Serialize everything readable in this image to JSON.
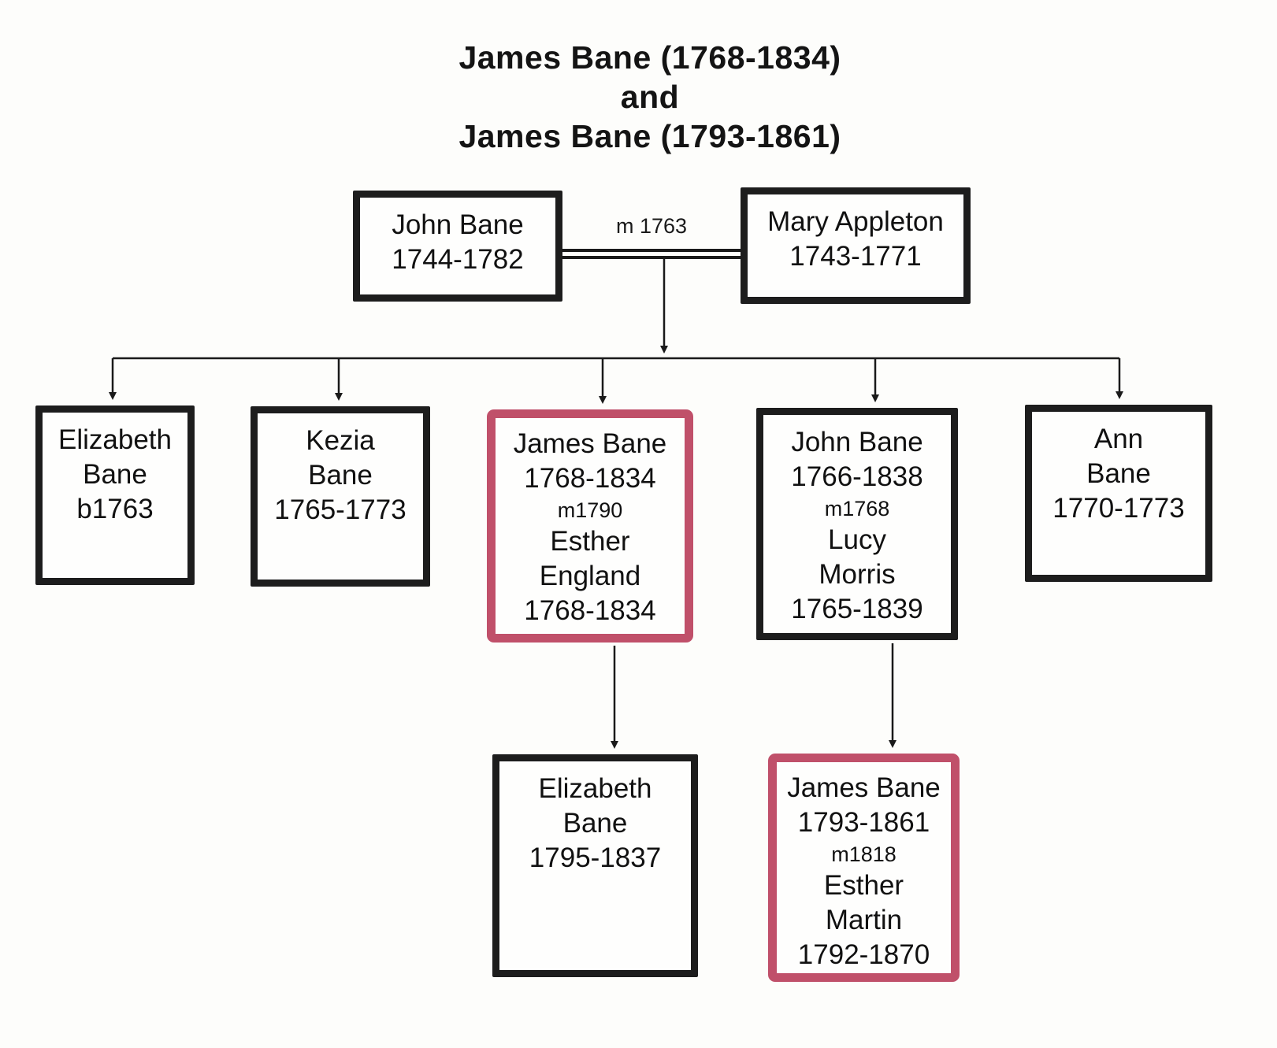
{
  "title": {
    "line1": "James Bane (1768-1834)",
    "line2": "and",
    "line3": "James Bane (1793-1861)"
  },
  "generation1": {
    "father": {
      "lines": [
        "John Bane",
        "1744-1782"
      ]
    },
    "mother": {
      "lines": [
        "Mary Appleton",
        "1743-1771"
      ]
    },
    "marriage_label": "m 1763"
  },
  "generation2": {
    "elizabeth": {
      "lines": [
        "Elizabeth",
        "Bane",
        "b1763"
      ],
      "highlighted": false
    },
    "kezia": {
      "lines": [
        "Kezia",
        "Bane",
        "1765-1773"
      ],
      "highlighted": false
    },
    "james": {
      "lines": [
        "James Bane",
        "1768-1834",
        "m1790",
        "Esther",
        "England",
        "1768-1834"
      ],
      "highlighted": true
    },
    "john": {
      "lines": [
        "John Bane",
        "1766-1838",
        "m1768",
        "Lucy",
        "Morris",
        "1765-1839"
      ],
      "highlighted": false
    },
    "ann": {
      "lines": [
        "Ann",
        "Bane",
        "1770-1773"
      ],
      "highlighted": false
    }
  },
  "generation3": {
    "elizabeth": {
      "lines": [
        "Elizabeth",
        "Bane",
        "1795-1837"
      ],
      "highlighted": false
    },
    "james": {
      "lines": [
        "James Bane",
        "1793-1861",
        "m1818",
        "Esther",
        "Martin",
        "1792-1870"
      ],
      "highlighted": true
    }
  },
  "colors": {
    "highlight_border": "#c0506a",
    "box_border": "#1d1d1d",
    "line_color": "#1a1a1a",
    "background": "#fdfdfb",
    "text": "#111111"
  }
}
